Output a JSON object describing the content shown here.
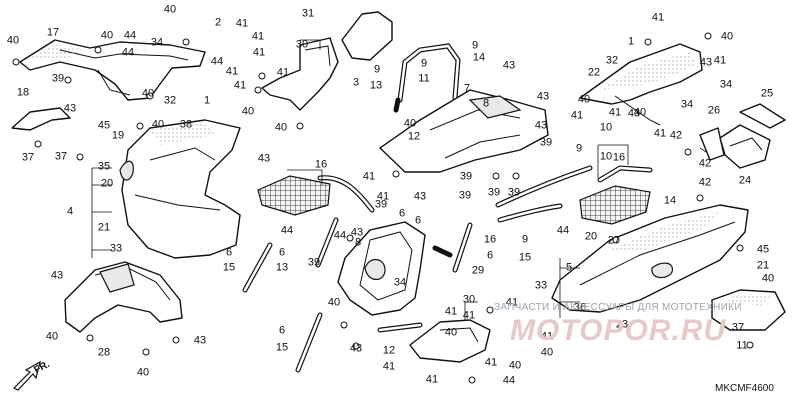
{
  "diagram": {
    "code": "MKCMF4600",
    "watermark": "ЗАПЧАСТИ И АКСЕССУАРЫ ДЛЯ МОТОТЕХНИКИ",
    "brand": "MOTOPOR.RU",
    "direction_label": "FR.",
    "callouts": [
      {
        "id": "c1",
        "text": "40"
      },
      {
        "id": "c2",
        "text": "17"
      },
      {
        "id": "c3",
        "text": "40"
      },
      {
        "id": "c4",
        "text": "44"
      },
      {
        "id": "c5",
        "text": "39"
      },
      {
        "id": "c6",
        "text": "44"
      },
      {
        "id": "c7",
        "text": "40"
      },
      {
        "id": "c8",
        "text": "32"
      },
      {
        "id": "c9",
        "text": "43"
      },
      {
        "id": "c10",
        "text": "18"
      },
      {
        "id": "c11",
        "text": "45"
      },
      {
        "id": "c12",
        "text": "19"
      },
      {
        "id": "c13",
        "text": "38"
      },
      {
        "id": "c14",
        "text": "40"
      },
      {
        "id": "c15",
        "text": "37"
      },
      {
        "id": "c16",
        "text": "37"
      },
      {
        "id": "c17",
        "text": "35"
      },
      {
        "id": "c18",
        "text": "20"
      },
      {
        "id": "c19",
        "text": "4"
      },
      {
        "id": "c20",
        "text": "21"
      },
      {
        "id": "c21",
        "text": "33"
      },
      {
        "id": "c22",
        "text": "40"
      },
      {
        "id": "c23",
        "text": "34"
      },
      {
        "id": "c24",
        "text": "2"
      },
      {
        "id": "c25",
        "text": "44"
      },
      {
        "id": "c26",
        "text": "41"
      },
      {
        "id": "c27",
        "text": "41"
      },
      {
        "id": "c28",
        "text": "41"
      },
      {
        "id": "c29",
        "text": "31"
      },
      {
        "id": "c30",
        "text": "30"
      },
      {
        "id": "c31",
        "text": "41"
      },
      {
        "id": "c32",
        "text": "1"
      },
      {
        "id": "c33",
        "text": "41"
      },
      {
        "id": "c34",
        "text": "40"
      },
      {
        "id": "c35",
        "text": "41"
      },
      {
        "id": "c36",
        "text": "3"
      },
      {
        "id": "c37",
        "text": "9"
      },
      {
        "id": "c38",
        "text": "14"
      },
      {
        "id": "c39",
        "text": "9"
      },
      {
        "id": "c40",
        "text": "11"
      },
      {
        "id": "c41",
        "text": "13"
      },
      {
        "id": "c42",
        "text": "43"
      },
      {
        "id": "c43",
        "text": "7"
      },
      {
        "id": "c44",
        "text": "8"
      },
      {
        "id": "c45",
        "text": "43"
      },
      {
        "id": "c46",
        "text": "40"
      },
      {
        "id": "c47",
        "text": "40"
      },
      {
        "id": "c48",
        "text": "12"
      },
      {
        "id": "c49",
        "text": "43"
      },
      {
        "id": "c50",
        "text": "10"
      },
      {
        "id": "c51",
        "text": "16"
      },
      {
        "id": "c52",
        "text": "39"
      },
      {
        "id": "c53",
        "text": "41"
      },
      {
        "id": "c54",
        "text": "1"
      },
      {
        "id": "c55",
        "text": "32"
      },
      {
        "id": "c56",
        "text": "22"
      },
      {
        "id": "c57",
        "text": "41"
      },
      {
        "id": "c58",
        "text": "40"
      },
      {
        "id": "c59",
        "text": "41"
      },
      {
        "id": "c60",
        "text": "43"
      },
      {
        "id": "c61",
        "text": "34"
      },
      {
        "id": "c62",
        "text": "40"
      },
      {
        "id": "c63",
        "text": "41"
      },
      {
        "id": "c64",
        "text": "40"
      },
      {
        "id": "c65",
        "text": "43"
      },
      {
        "id": "c66",
        "text": "34"
      },
      {
        "id": "c67",
        "text": "26"
      },
      {
        "id": "c68",
        "text": "25"
      },
      {
        "id": "c69",
        "text": "42"
      },
      {
        "id": "c70",
        "text": "41"
      },
      {
        "id": "c71",
        "text": "42"
      },
      {
        "id": "c72",
        "text": "42"
      },
      {
        "id": "c73",
        "text": "24"
      },
      {
        "id": "c74",
        "text": "43"
      },
      {
        "id": "c75",
        "text": "16"
      },
      {
        "id": "c76",
        "text": "6"
      },
      {
        "id": "c77",
        "text": "15"
      },
      {
        "id": "c78",
        "text": "44"
      },
      {
        "id": "c79",
        "text": "41"
      },
      {
        "id": "c80",
        "text": "39"
      },
      {
        "id": "c81",
        "text": "39"
      },
      {
        "id": "c82",
        "text": "39"
      },
      {
        "id": "c83",
        "text": "39"
      },
      {
        "id": "c84",
        "text": "9"
      },
      {
        "id": "c85",
        "text": "10"
      },
      {
        "id": "c86",
        "text": "16"
      },
      {
        "id": "c87",
        "text": "6"
      },
      {
        "id": "c88",
        "text": "14"
      },
      {
        "id": "c89",
        "text": "41"
      },
      {
        "id": "c90",
        "text": "43"
      },
      {
        "id": "c91",
        "text": "9"
      },
      {
        "id": "c92",
        "text": "15"
      },
      {
        "id": "c93",
        "text": "43"
      },
      {
        "id": "c94",
        "text": "28"
      },
      {
        "id": "c95",
        "text": "40"
      },
      {
        "id": "c96",
        "text": "40"
      },
      {
        "id": "c97",
        "text": "43"
      },
      {
        "id": "c98",
        "text": "6"
      },
      {
        "id": "c99",
        "text": "15"
      },
      {
        "id": "c100",
        "text": "6"
      },
      {
        "id": "c101",
        "text": "13"
      },
      {
        "id": "c102",
        "text": "44"
      },
      {
        "id": "c103",
        "text": "8"
      },
      {
        "id": "c104",
        "text": "39"
      },
      {
        "id": "c105",
        "text": "39"
      },
      {
        "id": "c106",
        "text": "43"
      },
      {
        "id": "c107",
        "text": "6"
      },
      {
        "id": "c108",
        "text": "34"
      },
      {
        "id": "c109",
        "text": "40"
      },
      {
        "id": "c110",
        "text": "43"
      },
      {
        "id": "c111",
        "text": "6"
      },
      {
        "id": "c112",
        "text": "12"
      },
      {
        "id": "c113",
        "text": "41"
      },
      {
        "id": "c114",
        "text": "41"
      },
      {
        "id": "c115",
        "text": "40"
      },
      {
        "id": "c116",
        "text": "29"
      },
      {
        "id": "c117",
        "text": "30"
      },
      {
        "id": "c118",
        "text": "41"
      },
      {
        "id": "c119",
        "text": "41"
      },
      {
        "id": "c120",
        "text": "41"
      },
      {
        "id": "c121",
        "text": "40"
      },
      {
        "id": "c122",
        "text": "41"
      },
      {
        "id": "c123",
        "text": "40"
      },
      {
        "id": "c124",
        "text": "41"
      },
      {
        "id": "c125",
        "text": "44"
      },
      {
        "id": "c126",
        "text": "44"
      },
      {
        "id": "c127",
        "text": "20"
      },
      {
        "id": "c128",
        "text": "27"
      },
      {
        "id": "c129",
        "text": "45"
      },
      {
        "id": "c130",
        "text": "21"
      },
      {
        "id": "c131",
        "text": "5"
      },
      {
        "id": "c132",
        "text": "33"
      },
      {
        "id": "c133",
        "text": "36"
      },
      {
        "id": "c134",
        "text": "23"
      },
      {
        "id": "c135",
        "text": "40"
      },
      {
        "id": "c136",
        "text": "37"
      },
      {
        "id": "c137",
        "text": "11"
      },
      {
        "id": "c138",
        "text": "9"
      }
    ]
  }
}
